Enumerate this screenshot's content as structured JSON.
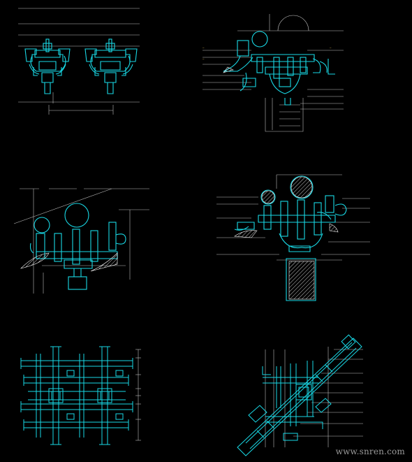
{
  "watermark": "www.snren.com",
  "colors": {
    "background": "#000000",
    "primary_linework": "#19d9e6",
    "dimension_lines": "#c8c8c8",
    "annotation_text": "#e8c15a",
    "hatch": "#ffffff"
  },
  "drawings": [
    {
      "name": "front-elevation-pair"
    },
    {
      "name": "side-section-with-callouts"
    },
    {
      "name": "cross-section-left"
    },
    {
      "name": "cross-section-right"
    },
    {
      "name": "plan-grid"
    },
    {
      "name": "diagonal-plan"
    }
  ]
}
